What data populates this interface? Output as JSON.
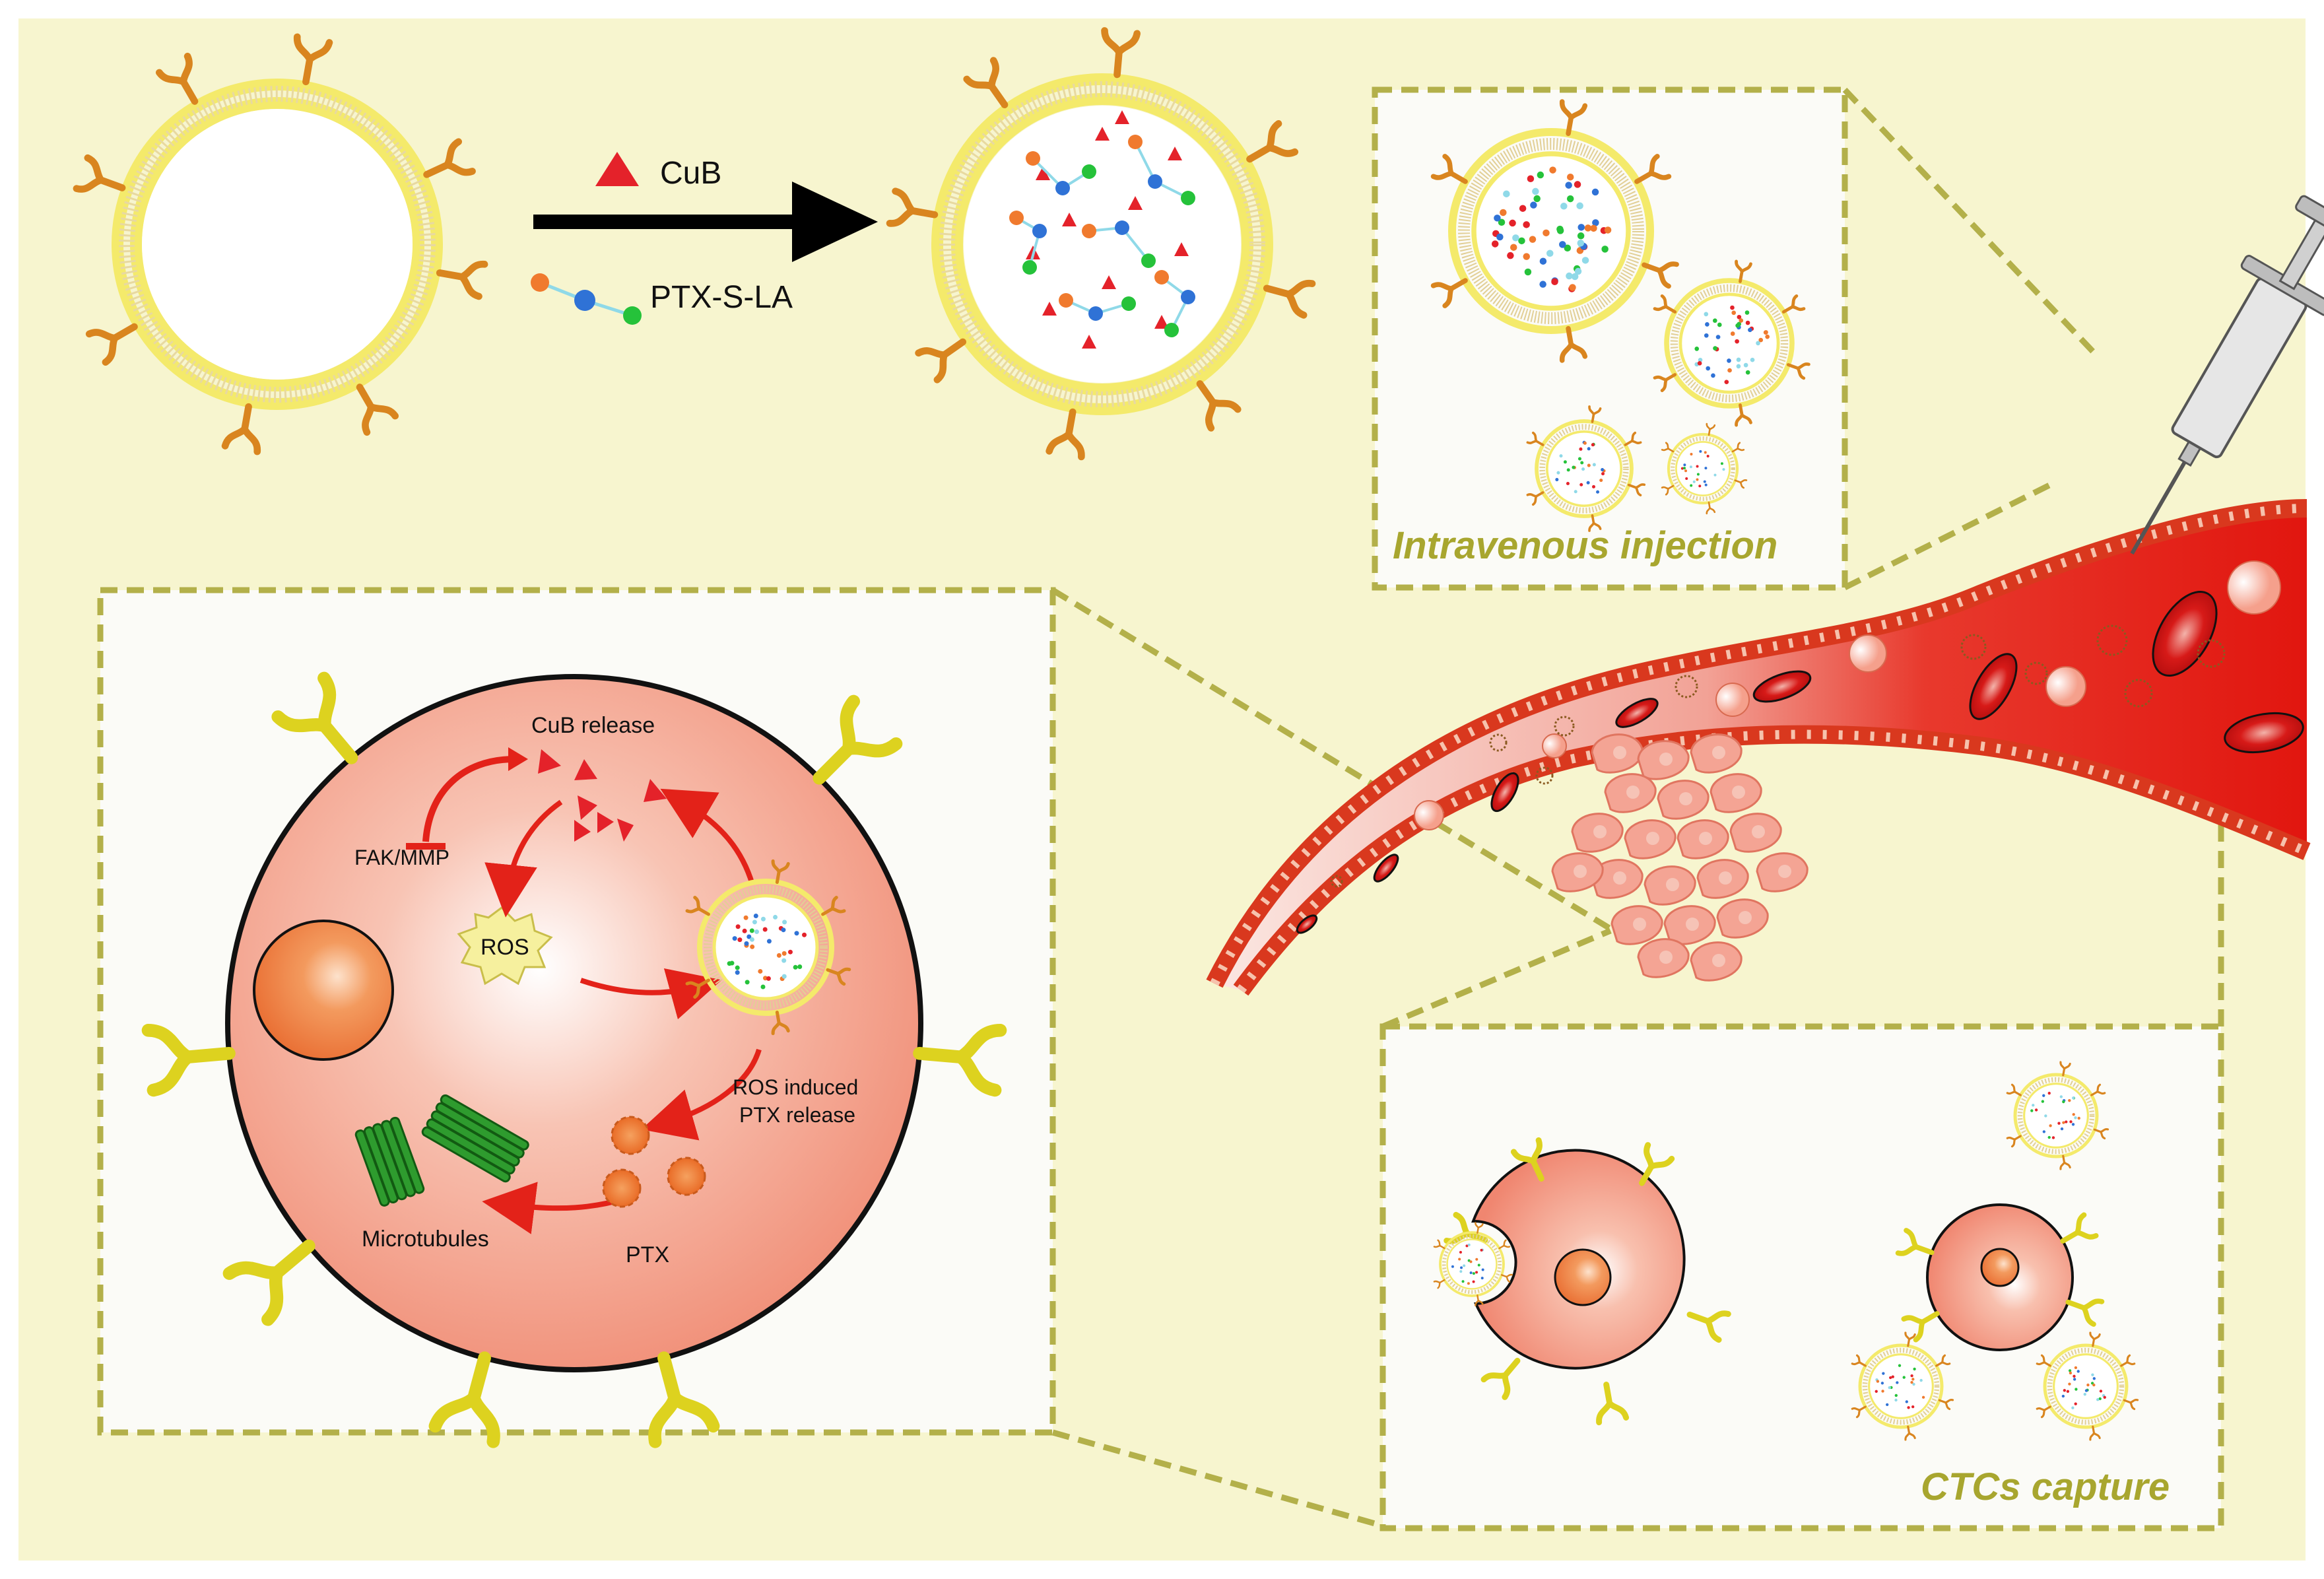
{
  "legend": {
    "cub_label": "CuB",
    "ptx_label": "PTX-S-LA"
  },
  "panels": {
    "injection_title": "Intravenous injection",
    "capture_title": "CTCs capture"
  },
  "cell": {
    "cub_release": "CuB release",
    "fak_mmp": "FAK/MMP",
    "ros": "ROS",
    "ros_induced_line1": "ROS induced",
    "ros_induced_line2": "PTX release",
    "microtubules": "Microtubules",
    "ptx": "PTX"
  },
  "colors": {
    "background": "#f7f5cf",
    "panel_border": "#b3b04a",
    "panel_fill": "#fbfbf7",
    "title_text": "#a8a62f",
    "cell_fill": "#f3a08a",
    "nucleus": "#ee7f48",
    "vessel_red": "#e32219",
    "membrane_yellow": "#f4ea6b",
    "receptor_orange": "#d9851f",
    "receptor_yellow": "#ddd21f",
    "cub_red": "#e4222a",
    "ptx_orange": "#f07a2e",
    "dot_blue": "#2f72d6",
    "dot_green": "#25c23a",
    "microtubule_green": "#2e9b2e"
  }
}
